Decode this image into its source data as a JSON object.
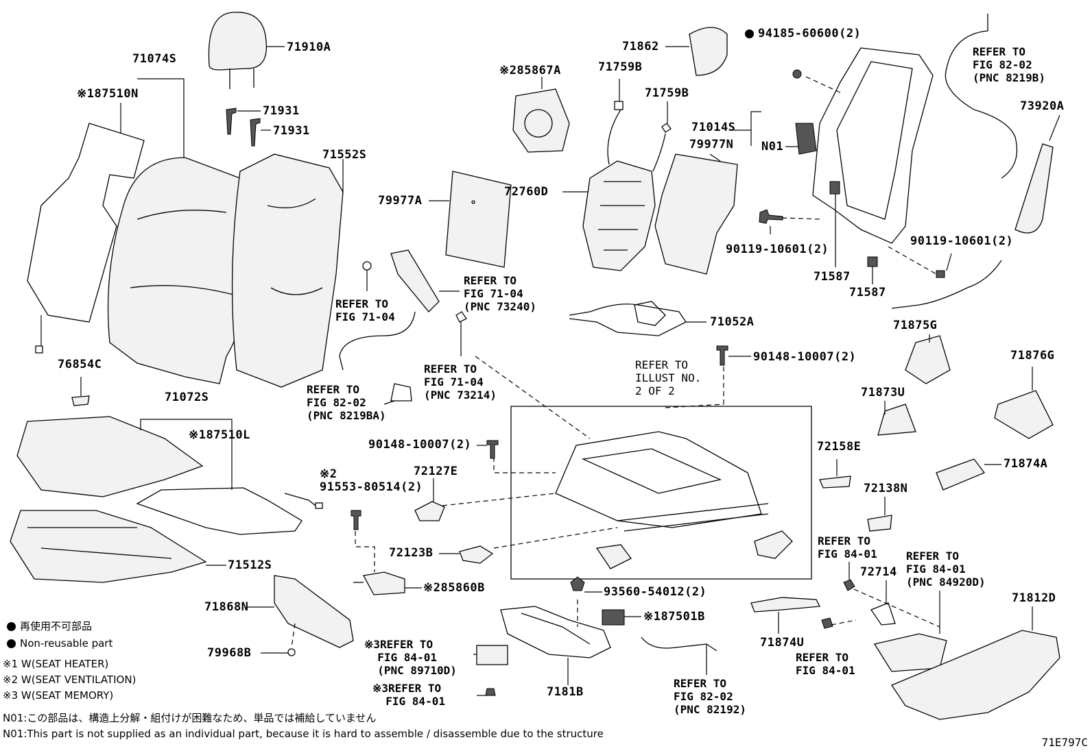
{
  "title_code": "71E797C",
  "labels": [
    {
      "id": "p71910A",
      "text": "71910A"
    },
    {
      "id": "p71074S",
      "text": "71074S"
    },
    {
      "id": "p87510N",
      "text": "※187510N"
    },
    {
      "id": "p71931a",
      "text": "71931"
    },
    {
      "id": "p71931b",
      "text": "71931"
    },
    {
      "id": "p71552S",
      "text": "71552S"
    },
    {
      "id": "p85867A",
      "text": "※285867A"
    },
    {
      "id": "p71862",
      "text": "71862"
    },
    {
      "id": "p71759Ba",
      "text": "71759B"
    },
    {
      "id": "p71759Bb",
      "text": "71759B"
    },
    {
      "id": "p94185",
      "text": "94185-60600(2)"
    },
    {
      "id": "p73920A",
      "text": "73920A"
    },
    {
      "id": "p71014S",
      "text": "71014S"
    },
    {
      "id": "pN01",
      "text": "N01"
    },
    {
      "id": "p79977N",
      "text": "79977N"
    },
    {
      "id": "p79977A",
      "text": "79977A"
    },
    {
      "id": "p72760D",
      "text": "72760D"
    },
    {
      "id": "p90119a",
      "text": "90119-10601(2)"
    },
    {
      "id": "p90119b",
      "text": "90119-10601(2)"
    },
    {
      "id": "p71587a",
      "text": "71587"
    },
    {
      "id": "p71587b",
      "text": "71587"
    },
    {
      "id": "p71052A",
      "text": "71052A"
    },
    {
      "id": "p76854C",
      "text": "76854C"
    },
    {
      "id": "p71072S",
      "text": "71072S"
    },
    {
      "id": "p87510L",
      "text": "※187510L"
    },
    {
      "id": "p90148a",
      "text": "90148-10007(2)"
    },
    {
      "id": "p90148b",
      "text": "90148-10007(2)"
    },
    {
      "id": "p71875G",
      "text": "71875G"
    },
    {
      "id": "p71876G",
      "text": "71876G"
    },
    {
      "id": "p71873U",
      "text": "71873U"
    },
    {
      "id": "p71874A",
      "text": "71874A"
    },
    {
      "id": "p72158E",
      "text": "72158E"
    },
    {
      "id": "p72138N",
      "text": "72138N"
    },
    {
      "id": "p91553m",
      "text": "※2"
    },
    {
      "id": "p91553",
      "text": "91553-80514(2)"
    },
    {
      "id": "p72127E",
      "text": "72127E"
    },
    {
      "id": "p72123B",
      "text": "72123B"
    },
    {
      "id": "p71512S",
      "text": "71512S"
    },
    {
      "id": "p85860B",
      "text": "※285860B"
    },
    {
      "id": "p93560",
      "text": "93560-54012(2)"
    },
    {
      "id": "p87501B",
      "text": "※187501B"
    },
    {
      "id": "p71868N",
      "text": "71868N"
    },
    {
      "id": "p79968B",
      "text": "79968B"
    },
    {
      "id": "p7181B",
      "text": "7181B"
    },
    {
      "id": "p71874U",
      "text": "71874U"
    },
    {
      "id": "p72714",
      "text": "72714"
    },
    {
      "id": "p71812D",
      "text": "71812D"
    }
  ],
  "refs": [
    {
      "id": "r1",
      "text": "REFER TO\nFIG 82-02\n(PNC 8219B)"
    },
    {
      "id": "r2",
      "text": "REFER TO\nFIG 71-04\n(PNC 73240)"
    },
    {
      "id": "r3",
      "text": "REFER TO\nFIG 71-04"
    },
    {
      "id": "r4",
      "text": "REFER TO\nFIG 71-04\n(PNC 73214)"
    },
    {
      "id": "r5",
      "text": "REFER TO\nFIG 82-02\n(PNC 8219BA)"
    },
    {
      "id": "r6",
      "text": "REFER TO\nILLUST NO.\n2 OF 2"
    },
    {
      "id": "r7",
      "text": "REFER TO\nFIG 84-01"
    },
    {
      "id": "r8",
      "text": "REFER TO\nFIG 84-01\n(PNC 84920D)"
    },
    {
      "id": "r9",
      "text": "※3REFER TO\n  FIG 84-01\n  (PNC 89710D)"
    },
    {
      "id": "r10",
      "text": "※3REFER TO\n  FIG 84-01"
    },
    {
      "id": "r11",
      "text": "REFER TO\nFIG 82-02\n(PNC 82192)"
    },
    {
      "id": "r12",
      "text": "REFER TO\nFIG 84-01"
    }
  ],
  "legend": {
    "nonreusable_jp": "再使用不可部品",
    "nonreusable_en": "Non-reusable part",
    "w1": "※1 W(SEAT HEATER)",
    "w2": "※2 W(SEAT VENTILATION)",
    "w3": "※3 W(SEAT MEMORY)"
  },
  "notes": {
    "n01_jp": "N01:この部品は、構造上分解・組付けが困難なため、単品では補給していません",
    "n01_en": "N01:This part is not supplied as an individual part, because it is hard to assemble / disassemble due to the structure"
  }
}
